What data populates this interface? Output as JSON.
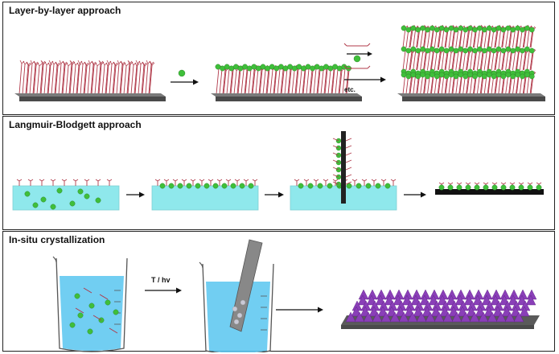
{
  "panels": [
    {
      "title": "Layer-by-layer approach"
    },
    {
      "title": "Langmuir-Blodgett approach"
    },
    {
      "title": "In-situ crystallization"
    }
  ],
  "labels": {
    "etc": "etc.",
    "condition": "T / hv"
  },
  "colors": {
    "substrate": "#4a4a4a",
    "linker": "#b03848",
    "metal_node": "#3fbf3a",
    "water": "#8fe8ec",
    "crystal": "#8a3fb8"
  }
}
